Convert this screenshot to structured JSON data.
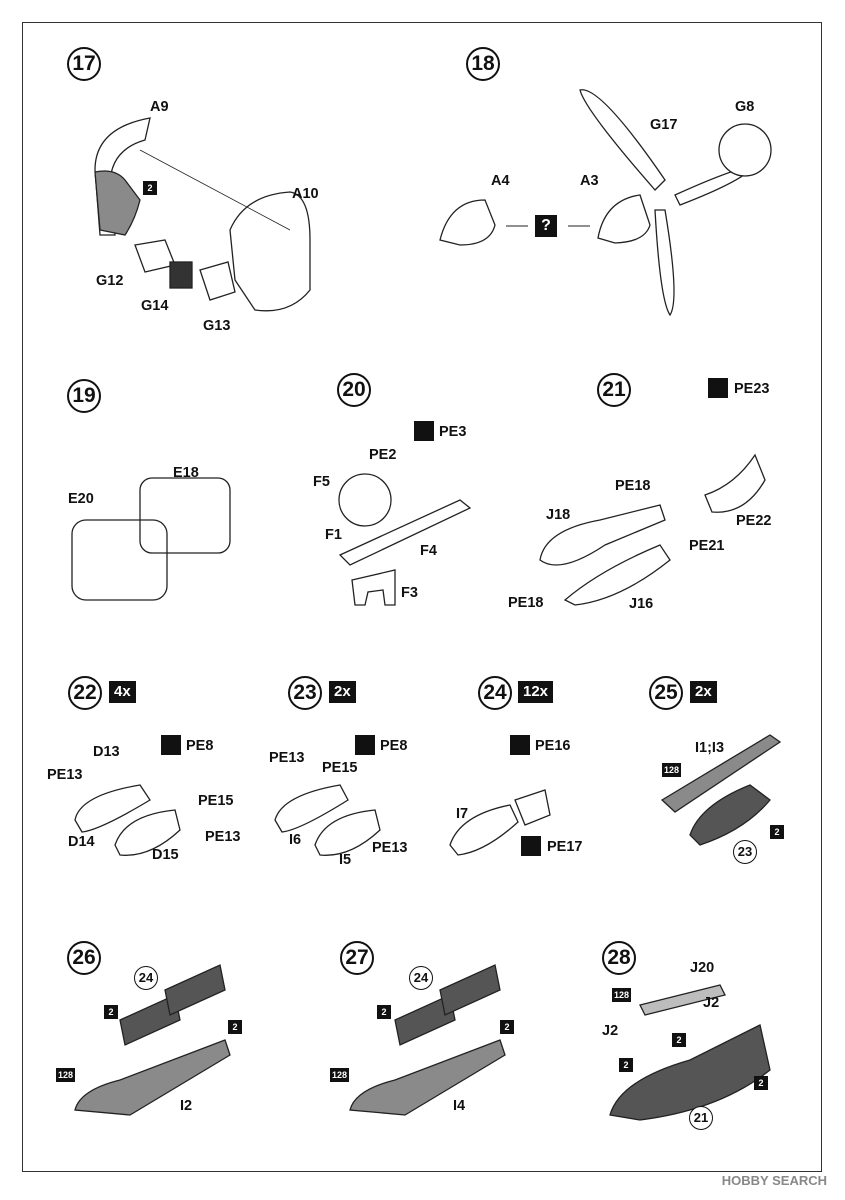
{
  "steps": {
    "s17": {
      "num": "17",
      "labels": [
        "A9",
        "A10",
        "G12",
        "G14",
        "G13"
      ],
      "paint": "2"
    },
    "s18": {
      "num": "18",
      "labels": [
        "G8",
        "G17",
        "A4",
        "A3"
      ],
      "choice": "?"
    },
    "s19": {
      "num": "19",
      "labels": [
        "E18",
        "E20"
      ]
    },
    "s20": {
      "num": "20",
      "labels": [
        "PE3",
        "PE2",
        "F5",
        "F1",
        "F4",
        "F3"
      ]
    },
    "s21": {
      "num": "21",
      "labels": [
        "PE23",
        "PE18",
        "J18",
        "PE22",
        "PE21",
        "PE18",
        "J16"
      ]
    },
    "s22": {
      "num": "22",
      "mult": "4x",
      "labels": [
        "PE8",
        "D13",
        "PE13",
        "PE15",
        "D14",
        "D15",
        "PE13"
      ]
    },
    "s23": {
      "num": "23",
      "mult": "2x",
      "labels": [
        "PE8",
        "PE13",
        "PE15",
        "I6",
        "I5",
        "PE13"
      ]
    },
    "s24": {
      "num": "24",
      "mult": "12x",
      "labels": [
        "PE16",
        "I7",
        "PE17"
      ]
    },
    "s25": {
      "num": "25",
      "mult": "2x",
      "labels": [
        "I1;I3"
      ],
      "paints": [
        "128",
        "2"
      ],
      "ref": "23"
    },
    "s26": {
      "num": "26",
      "labels": [
        "I2"
      ],
      "paints": [
        "2",
        "2",
        "128"
      ],
      "ref": "24"
    },
    "s27": {
      "num": "27",
      "labels": [
        "I4"
      ],
      "paints": [
        "2",
        "2",
        "128"
      ],
      "ref": "24"
    },
    "s28": {
      "num": "28",
      "labels": [
        "J20",
        "J2",
        "J2"
      ],
      "paints": [
        "128",
        "2",
        "2",
        "2"
      ],
      "ref": "21"
    }
  },
  "watermark": "HOBBY SEARCH",
  "colors": {
    "ink": "#111111",
    "paint_gray": "#8a8a8a",
    "light_gray": "#bdbdbd"
  }
}
